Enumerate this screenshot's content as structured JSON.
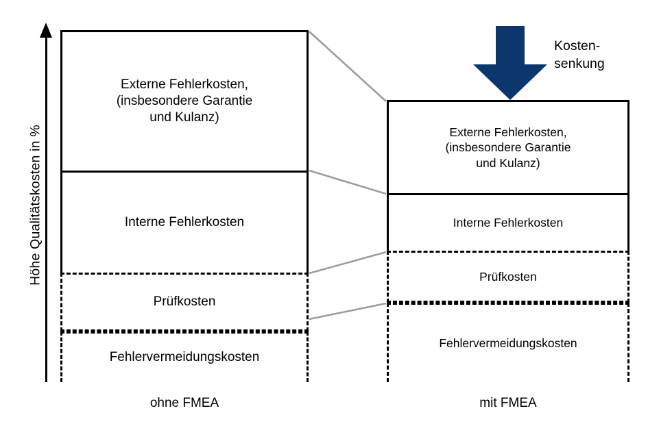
{
  "chart_data": {
    "type": "bar",
    "title": "",
    "xlabel": "",
    "ylabel": "Höhe Qualitätskosten in %",
    "categories": [
      "ohne FMEA",
      "mit FMEA"
    ],
    "stack_order_top_to_bottom": [
      "Externe Fehlerkosten, (insbesondere Garantie und Kulanz)",
      "Interne Fehlerkosten",
      "Prüfkosten",
      "Fehlervermeidungskosten"
    ],
    "series": [
      {
        "name": "Externe Fehlerkosten, (insbesondere Garantie und Kulanz)",
        "values": [
          40,
          26
        ],
        "border": "solid"
      },
      {
        "name": "Interne Fehlerkosten",
        "values": [
          29,
          16
        ],
        "border": "solid"
      },
      {
        "name": "Prüfkosten",
        "values": [
          17,
          15
        ],
        "border": "dashed"
      },
      {
        "name": "Fehlervermeidungskosten",
        "values": [
          14,
          23
        ],
        "border": "dashed"
      }
    ],
    "total_height_percent": [
      100,
      80
    ],
    "annotation": "Kosten-senkung",
    "grid": false,
    "legend": "none"
  },
  "axis": {
    "y_label": "Höhe Qualitätskosten in %"
  },
  "left_column": {
    "caption": "ohne FMEA",
    "blocks": [
      {
        "line1": "Externe Fehlerkosten,",
        "line2": "(insbesondere Garantie",
        "line3": "und Kulanz)"
      },
      {
        "line1": "Interne Fehlerkosten"
      },
      {
        "line1": "Prüfkosten"
      },
      {
        "line1": "Fehlervermeidungskosten"
      }
    ]
  },
  "right_column": {
    "caption": "mit FMEA",
    "blocks": [
      {
        "line1": "Externe Fehlerkosten,",
        "line2": "(insbesondere Garantie",
        "line3": "und Kulanz)"
      },
      {
        "line1": "Interne Fehlerkosten"
      },
      {
        "line1": "Prüfkosten"
      },
      {
        "line1": "Fehlervermeidungskosten"
      }
    ]
  },
  "annotation": {
    "line1": "Kosten-",
    "line2": "senkung"
  },
  "colors": {
    "arrow": "#0B376E",
    "outline": "#000000",
    "connector": "#9C9C9C",
    "background": "#FFFFFF"
  }
}
